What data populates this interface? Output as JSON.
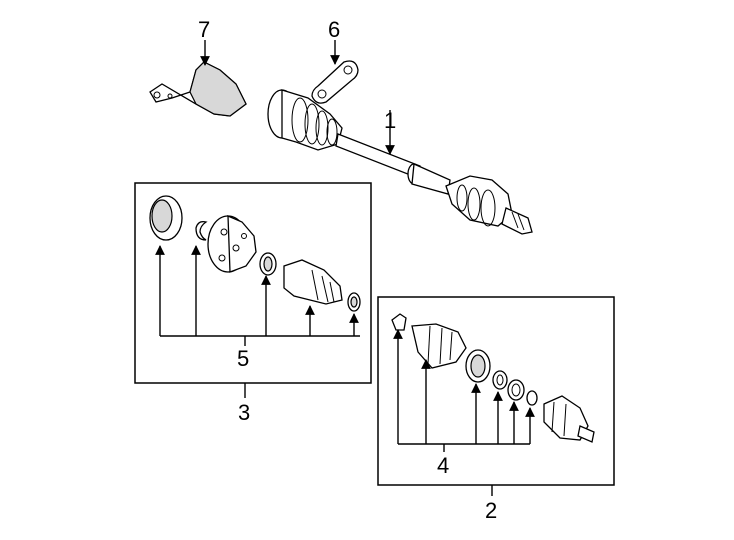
{
  "callouts": {
    "c1": "1",
    "c2": "2",
    "c3": "3",
    "c4": "4",
    "c5": "5",
    "c6": "6",
    "c7": "7"
  },
  "parts": {
    "axle": "drive-axle-shaft",
    "shield": "heat-shield",
    "plate": "retainer-plate",
    "outer_kit": "outer-cv-joint-boot-kit",
    "inner_kit": "inner-cv-joint-boot-kit"
  }
}
